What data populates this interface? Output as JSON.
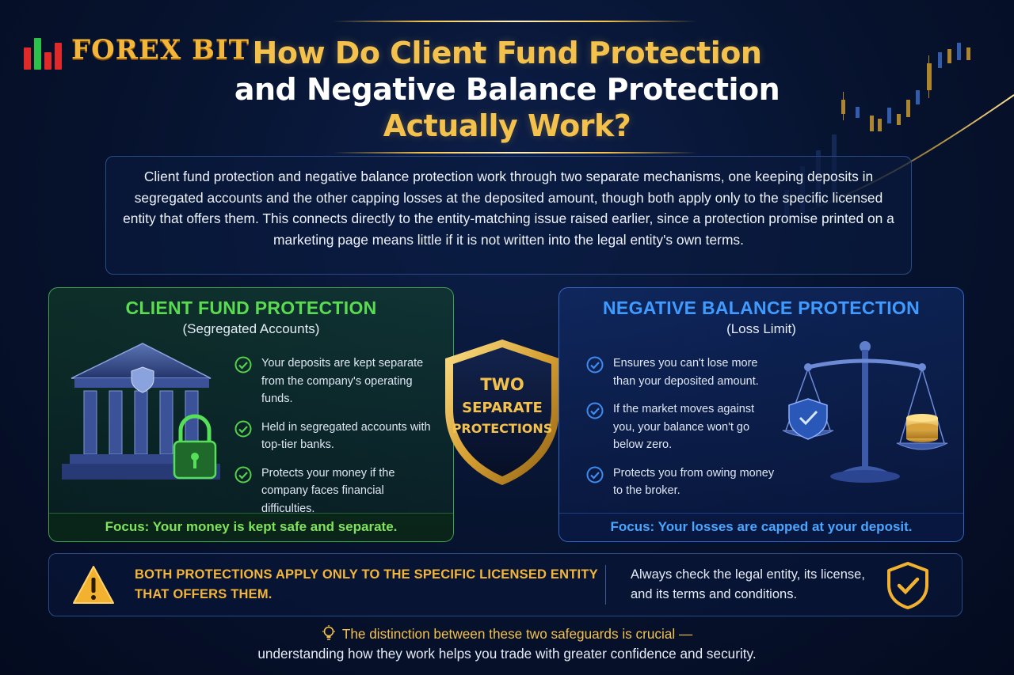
{
  "brand": {
    "name": "FOREX BIT"
  },
  "title": {
    "line1": "How Do Client Fund Protection",
    "line2": "and Negative Balance Protection",
    "line3": "Actually Work?"
  },
  "intro": {
    "text": "Client fund protection and negative balance protection work through two separate mechanisms, one keeping deposits in segregated accounts and the other capping losses at the deposited amount, though both apply only to the specific licensed entity that offers them. This connects directly to the entity-matching issue raised earlier, since a protection promise printed on a marketing page means little if it is not written into the legal entity's own terms."
  },
  "client_fund": {
    "title": "CLIENT FUND PROTECTION",
    "subtitle": "(Segregated Accounts)",
    "bullets": [
      "Your deposits are kept separate from the company's operating funds.",
      "Held in segregated accounts with top-tier banks.",
      "Protects your money if the company faces financial difficulties."
    ],
    "focus": "Focus: Your money is kept safe and separate."
  },
  "center_badge": {
    "line1": "TWO",
    "line2": "SEPARATE",
    "line3": "PROTECTIONS"
  },
  "negative_balance": {
    "title": "NEGATIVE BALANCE PROTECTION",
    "subtitle": "(Loss Limit)",
    "bullets": [
      "Ensures you can't lose more than your deposited amount.",
      "If the market moves against you, your balance won't go below zero.",
      "Protects you from owing money to the broker."
    ],
    "focus": "Focus: Your losses are capped at your deposit."
  },
  "warning": {
    "text": "BOTH PROTECTIONS APPLY ONLY TO THE SPECIFIC LICENSED ENTITY THAT OFFERS THEM.",
    "note": "Always check the legal entity, its license, and its terms and conditions."
  },
  "footer": {
    "line1": "The distinction between these two safeguards is crucial —",
    "line2": "understanding how they work helps you trade with greater confidence and security."
  },
  "icons": {
    "logo": "candlestick-bars-icon",
    "bank": "bank-building-icon",
    "lock": "padlock-icon",
    "check": "check-circle-icon",
    "center_shield": "shield-badge-icon",
    "scales": "balance-scale-icon",
    "warning": "warning-triangle-icon",
    "shield_check": "shield-check-icon",
    "bulb": "lightbulb-icon"
  },
  "colors": {
    "gold": "#f4c24c",
    "green": "#59dc4f",
    "blue": "#3f9bff",
    "background": "#071431"
  }
}
